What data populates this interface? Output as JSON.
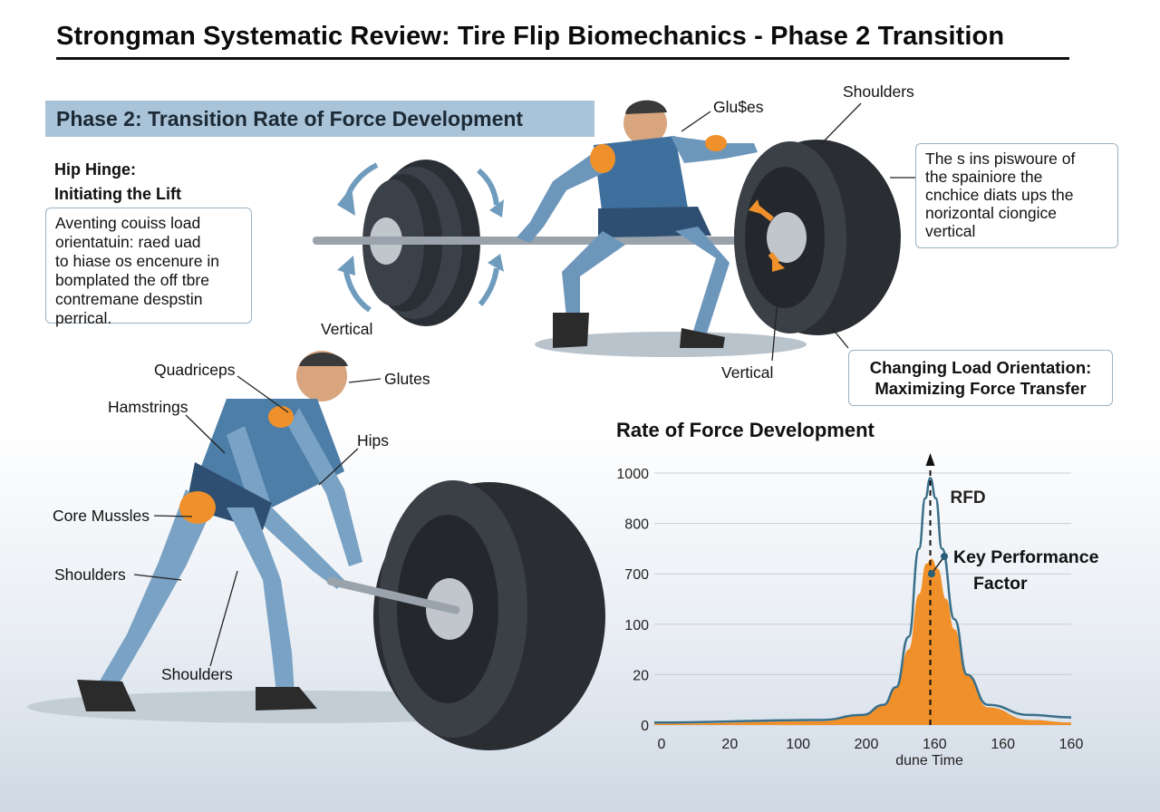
{
  "title": "Strongman Systematic Review: Tire Flip Biomechanics - Phase 2 Transition",
  "phase_banner": "Phase 2: Transition Rate of Force Development",
  "hip_hinge": {
    "line1": "Hip Hinge:",
    "line2": "Initiating the Lift"
  },
  "left_callout": [
    "Aventing couiss load",
    "orientatuin: raed uad",
    "to hiase os encenure in",
    "bomplated the off tbre",
    "contremane despstin",
    "perrical."
  ],
  "right_callout": [
    "The s ins piswoure of",
    "the spainiore the",
    "cnchice diats ups the",
    "norizontal ciongice",
    "vertical"
  ],
  "orientation_box": {
    "line1": "Changing Load Orientation:",
    "line2": "Maximizing Force Transfer"
  },
  "top_labels": {
    "glutes": "Glu$es",
    "shoulders": "Shoulders",
    "vertical_left": "Vertical",
    "vertical_tire": "Vertical"
  },
  "bottom_labels": {
    "quadriceps": "Quadriceps",
    "glutes": "Glutes",
    "hamstrings": "Hamstrings",
    "hips": "Hips",
    "core": "Core Mussles",
    "shoulders_left": "Shoulders",
    "shoulders_bottom": "Shoulders"
  },
  "chart_title": "Rate of Force Development",
  "chart_annotations": {
    "rfd": "RFD",
    "kpf_line1": "Key Performance",
    "kpf_line2": "Factor"
  },
  "colors": {
    "accent_orange": "#f0902a",
    "curve_blue": "#3a6f8a",
    "banner": "#a9c3d8",
    "muscle_blue": "#4d7ea8"
  },
  "chart_data": {
    "type": "area",
    "title": "Rate of Force Development",
    "xlabel": "dune Time",
    "ylabel": "",
    "x_tick_labels": [
      "0",
      "20",
      "100",
      "200",
      "160",
      "160",
      "160"
    ],
    "y_tick_labels": [
      "0",
      "20",
      "100",
      "700",
      "800",
      "1000"
    ],
    "grid": true,
    "series": [
      {
        "kind": "line",
        "points": [
          [
            0,
            0.01
          ],
          [
            0.4,
            0.02
          ],
          [
            0.5,
            0.04
          ],
          [
            0.55,
            0.08
          ],
          [
            0.58,
            0.15
          ],
          [
            0.61,
            0.35
          ],
          [
            0.635,
            0.7
          ],
          [
            0.65,
            0.9
          ],
          [
            0.662,
            0.98
          ],
          [
            0.675,
            0.9
          ],
          [
            0.69,
            0.7
          ],
          [
            0.72,
            0.42
          ],
          [
            0.75,
            0.2
          ],
          [
            0.8,
            0.08
          ],
          [
            0.9,
            0.04
          ],
          [
            1.0,
            0.03
          ]
        ]
      },
      {
        "kind": "area",
        "points": [
          [
            0,
            0.005
          ],
          [
            0.4,
            0.015
          ],
          [
            0.5,
            0.04
          ],
          [
            0.55,
            0.08
          ],
          [
            0.58,
            0.15
          ],
          [
            0.61,
            0.3
          ],
          [
            0.635,
            0.52
          ],
          [
            0.652,
            0.64
          ],
          [
            0.665,
            0.66
          ],
          [
            0.68,
            0.62
          ],
          [
            0.7,
            0.5
          ],
          [
            0.72,
            0.38
          ],
          [
            0.75,
            0.2
          ],
          [
            0.8,
            0.07
          ],
          [
            0.9,
            0.02
          ],
          [
            1.0,
            0.01
          ]
        ]
      }
    ]
  }
}
